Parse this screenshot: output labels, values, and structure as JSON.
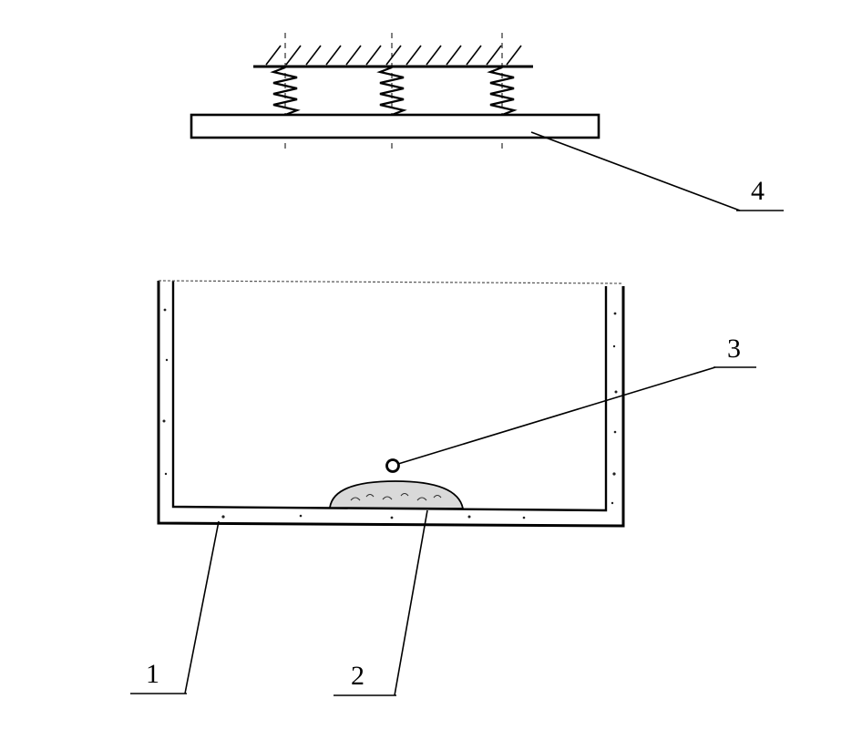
{
  "callouts": [
    {
      "id": "1",
      "label": "1"
    },
    {
      "id": "2",
      "label": "2"
    },
    {
      "id": "3",
      "label": "3"
    },
    {
      "id": "4",
      "label": "4"
    }
  ],
  "colors": {
    "ink": "#000000",
    "background": "#ffffff",
    "deposit_fill": "#d9d9d9"
  }
}
